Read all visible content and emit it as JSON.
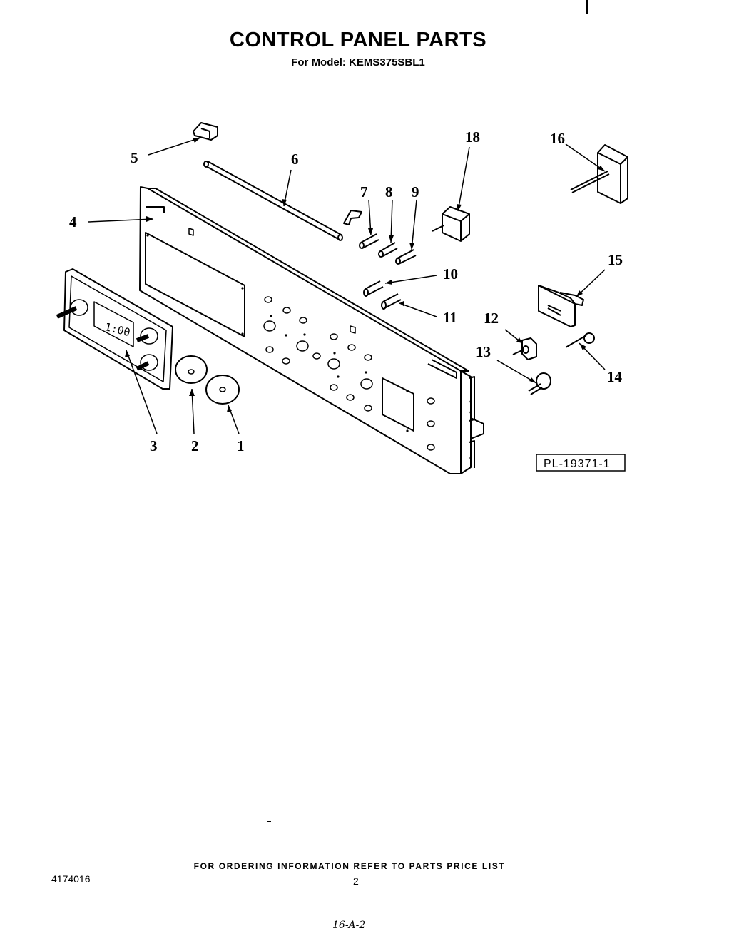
{
  "header": {
    "title": "CONTROL PANEL PARTS",
    "subtitle": "For Model: KEMS375SBL1"
  },
  "diagram": {
    "plate_id": "PL-19371-1",
    "clock_display": "1:00",
    "callouts": [
      "1",
      "2",
      "3",
      "4",
      "5",
      "6",
      "7",
      "8",
      "9",
      "10",
      "11",
      "12",
      "13",
      "14",
      "15",
      "16",
      "18"
    ]
  },
  "footer": {
    "ordering_note": "FOR ORDERING INFORMATION REFER TO PARTS PRICE LIST",
    "doc_number": "4174016",
    "page_number": "2",
    "handwritten_note": "16-A-2"
  }
}
